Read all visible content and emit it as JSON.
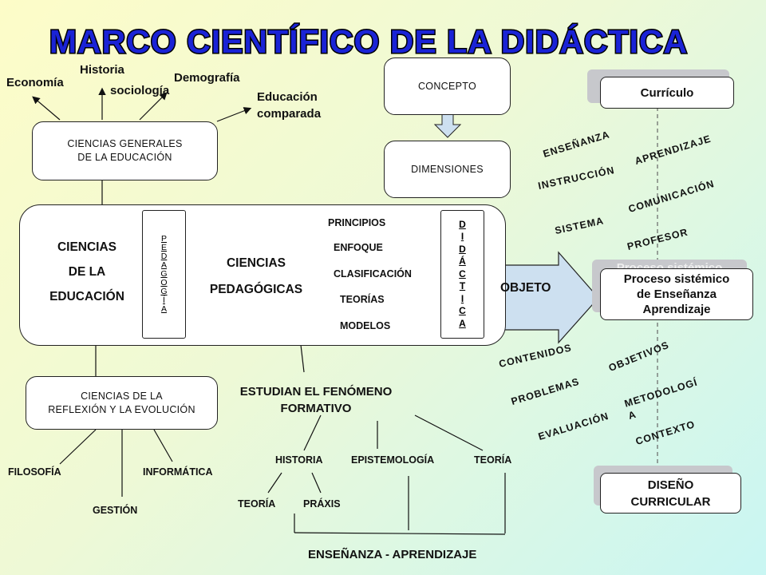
{
  "title": "MARCO CIENTÍFICO DE LA DIDÁCTICA",
  "top_left": {
    "economia": "Economía",
    "historia": "Historia",
    "sociologia": "sociología",
    "demografia": "Demografía",
    "educacion_comparada": "Educación\ncomparada"
  },
  "boxes": {
    "ciencias_generales": "CIENCIAS GENERALES\nDE LA EDUCACIÓN",
    "concepto": "CONCEPTO",
    "dimensiones": "DIMENSIONES",
    "reflexion": "CIENCIAS DE LA\nREFLEXIÓN Y LA EVOLUCIÓN"
  },
  "central": {
    "ciencias_educacion": [
      "CIENCIAS",
      "DE LA",
      "EDUCACIÓN"
    ],
    "pedagogia": [
      "P",
      "E",
      "D",
      "A",
      "G",
      "O",
      "G",
      "Í",
      "A"
    ],
    "ciencias_pedagogicas": [
      "CIENCIAS",
      "PEDAGÓGICAS"
    ],
    "list": [
      "PRINCIPIOS",
      "ENFOQUE",
      "CLASIFICACIÓN",
      "TEORÍAS",
      "MODELOS"
    ],
    "didactica": [
      "D",
      "I",
      "D",
      "Á",
      "C",
      "T",
      "I",
      "C",
      "A"
    ]
  },
  "objeto": "OBJETO",
  "right": {
    "curriculo": "Currículo",
    "proceso_shadow": "Proceso sistémico",
    "proceso": "Proceso sistémico\nde Enseñanza\nAprendizaje",
    "diseno": "DISEÑO\nCURRICULAR",
    "upper_terms": [
      "ENSEÑANZA",
      "APRENDIZAJE",
      "INSTRUCCIÓN",
      "COMUNICACIÓN",
      "SISTEMA",
      "PROFESOR"
    ],
    "lower_terms": [
      "CONTENIDOS",
      "OBJETIVOS",
      "PROBLEMAS",
      "METODOLOGÍ\nA",
      "EVALUACIÓN",
      "CONTEXTO"
    ]
  },
  "bottom": {
    "filosofia": "FILOSOFÍA",
    "informatica": "INFORMÁTICA",
    "gestion": "GESTIÓN",
    "estudian": "ESTUDIAN EL FENÓMENO\nFORMATIVO",
    "historia": "HISTORIA",
    "epistemologia": "EPISTEMOLOGÍA",
    "teoria": "TEORÍA",
    "teoria2": "TEORÍA",
    "praxis": "PRÁXIS",
    "ensenanza_aprendizaje": "ENSEÑANZA - APRENDIZAJE"
  },
  "colors": {
    "title_fill": "#1a23d6",
    "title_outline": "#000000",
    "arrow_fill": "#cde0f0"
  }
}
